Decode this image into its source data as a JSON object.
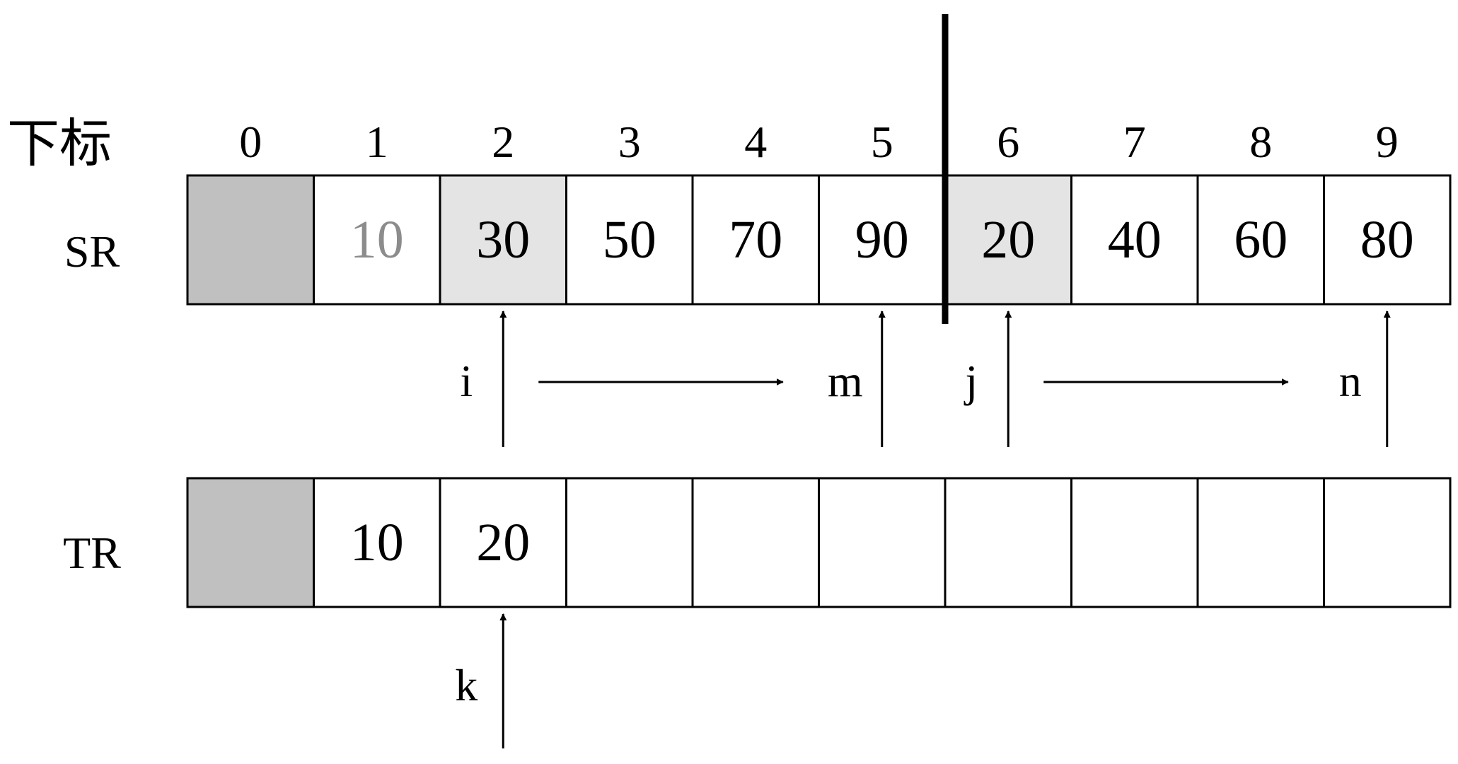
{
  "index_row": {
    "label": "下标",
    "indices": [
      "0",
      "1",
      "2",
      "3",
      "4",
      "5",
      "6",
      "7",
      "8",
      "9"
    ]
  },
  "sr": {
    "label": "SR",
    "cells": [
      {
        "value": "",
        "style": "sentinel"
      },
      {
        "value": "10",
        "style": "consumed"
      },
      {
        "value": "30",
        "style": "highlight"
      },
      {
        "value": "50",
        "style": "normal"
      },
      {
        "value": "70",
        "style": "normal"
      },
      {
        "value": "90",
        "style": "normal"
      },
      {
        "value": "20",
        "style": "highlight"
      },
      {
        "value": "40",
        "style": "normal"
      },
      {
        "value": "60",
        "style": "normal"
      },
      {
        "value": "80",
        "style": "normal"
      }
    ]
  },
  "tr": {
    "label": "TR",
    "cells": [
      {
        "value": "",
        "style": "sentinel"
      },
      {
        "value": "10",
        "style": "normal"
      },
      {
        "value": "20",
        "style": "normal"
      },
      {
        "value": "",
        "style": "normal"
      },
      {
        "value": "",
        "style": "normal"
      },
      {
        "value": "",
        "style": "normal"
      },
      {
        "value": "",
        "style": "normal"
      },
      {
        "value": "",
        "style": "normal"
      },
      {
        "value": "",
        "style": "normal"
      },
      {
        "value": "",
        "style": "normal"
      }
    ]
  },
  "pointers": [
    {
      "label": "i",
      "array": "sr",
      "index": 2
    },
    {
      "label": "m",
      "array": "sr",
      "index": 5
    },
    {
      "label": "j",
      "array": "sr",
      "index": 6
    },
    {
      "label": "n",
      "array": "sr",
      "index": 9
    },
    {
      "label": "k",
      "array": "tr",
      "index": 2
    }
  ],
  "direction_arrows": [
    {
      "from_pointer": "i",
      "to_pointer": "m"
    },
    {
      "from_pointer": "j",
      "to_pointer": "n"
    }
  ],
  "divider": {
    "after_index": 5
  },
  "colors": {
    "sentinel_fill": "#c0c0c0",
    "highlight_fill": "#e4e4e4",
    "consumed_text": "#8c8c8c",
    "stroke": "#000000"
  }
}
